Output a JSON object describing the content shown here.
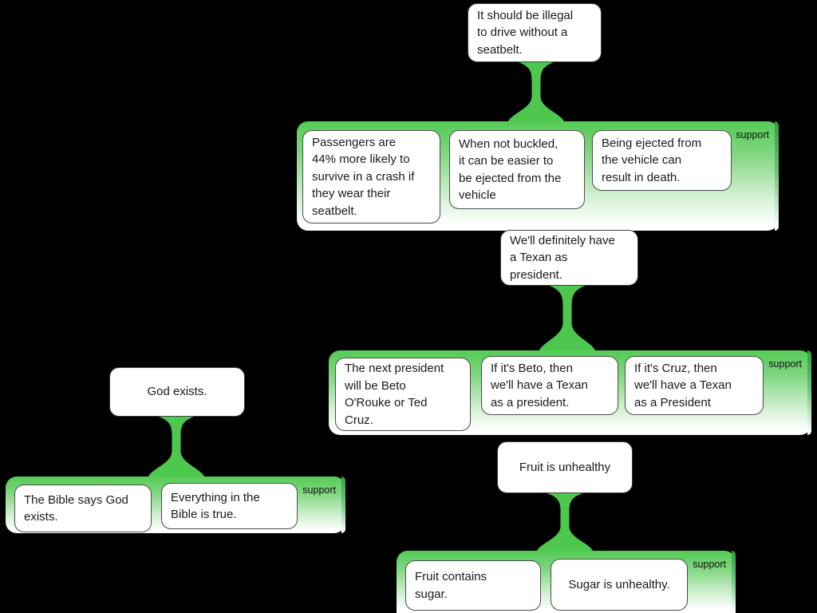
{
  "canvas": {
    "background": "#000000"
  },
  "colors": {
    "support_green": "#4dc74d",
    "band_top_green": "#55cb55",
    "band_edge_green": "#2f9f3f",
    "node_border": "#4b4b4b",
    "node_background": "#ffffff",
    "text": "#1a1a1a"
  },
  "arguments": [
    {
      "claim": "It should be illegal\nto drive without a\nseatbelt.",
      "relation": "support",
      "premises": [
        "Passengers are\n44% more likely to\nsurvive in a crash if\nthey wear their\nseatbelt.",
        "When not buckled,\nit can be easier to\nbe ejected from the\nvehicle",
        "Being ejected from\nthe vehicle can\nresult in death."
      ]
    },
    {
      "claim": "We'll definitely have\na Texan as\npresident.",
      "relation": "support",
      "premises": [
        "The next president\nwill be Beto\nO'Rouke or Ted\nCruz.",
        "If it's Beto, then\nwe'll have a Texan\nas a president.",
        "If it's Cruz, then\nwe'll have a Texan\nas a President"
      ]
    },
    {
      "claim": "God exists.",
      "relation": "support",
      "premises": [
        "The Bible says God\nexists.",
        "Everything in the\nBible is true."
      ]
    },
    {
      "claim": "Fruit is unhealthy",
      "relation": "support",
      "premises": [
        "Fruit contains\nsugar.",
        "Sugar is unhealthy."
      ]
    }
  ]
}
